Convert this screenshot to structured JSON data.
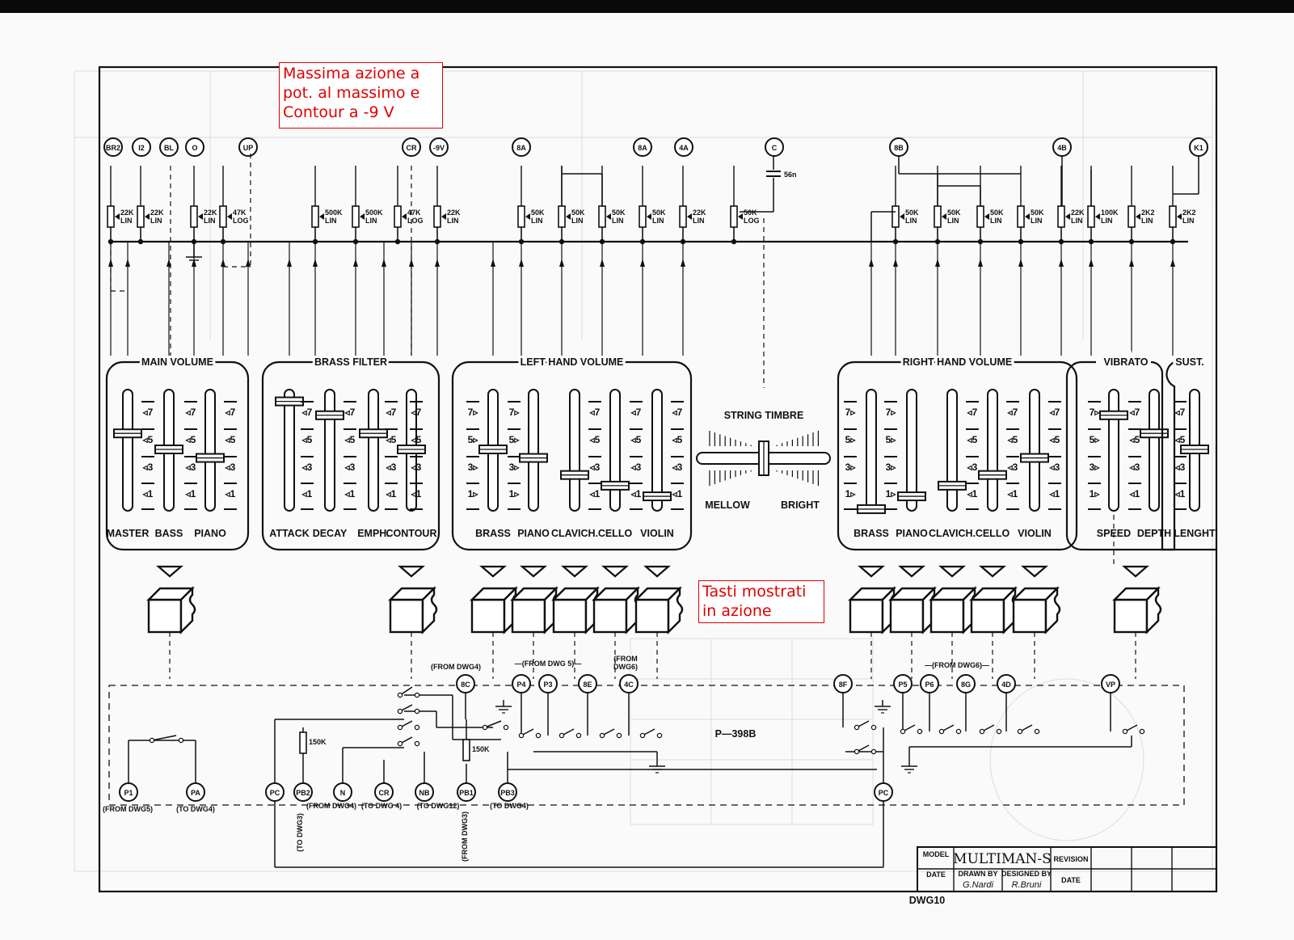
{
  "annotations": {
    "note1": "Massima azione a\npot. al massimo e\nContour a -9 V",
    "note2": "Tasti mostrati\nin azione"
  },
  "colors": {
    "annotation": "#e00000",
    "ink": "#111111",
    "paper": "#fafafa"
  },
  "connectors_top": [
    "BR2",
    "I2",
    "BL",
    "O",
    "UP",
    "CR",
    "-9V",
    "8A",
    "8A",
    "4A",
    "C",
    "8B",
    "4B",
    "K1"
  ],
  "capacitor_label": "56n",
  "pots": [
    {
      "value": "22K",
      "taper": "LIN"
    },
    {
      "value": "22K",
      "taper": "LIN"
    },
    {
      "value": "22K",
      "taper": "LIN"
    },
    {
      "value": "47K",
      "taper": "LOG"
    },
    {
      "value": "500K",
      "taper": "LIN"
    },
    {
      "value": "500K",
      "taper": "LIN"
    },
    {
      "value": "47K",
      "taper": "LOG"
    },
    {
      "value": "22K",
      "taper": "LIN"
    },
    {
      "value": "50K",
      "taper": "LIN"
    },
    {
      "value": "50K",
      "taper": "LIN"
    },
    {
      "value": "50K",
      "taper": "LIN"
    },
    {
      "value": "50K",
      "taper": "LIN"
    },
    {
      "value": "22K",
      "taper": "LIN"
    },
    {
      "value": "50K",
      "taper": "LOG"
    },
    {
      "value": "50K",
      "taper": "LIN"
    },
    {
      "value": "50K",
      "taper": "LIN"
    },
    {
      "value": "50K",
      "taper": "LIN"
    },
    {
      "value": "50K",
      "taper": "LIN"
    },
    {
      "value": "22K",
      "taper": "LIN"
    },
    {
      "value": "100K",
      "taper": "LIN"
    },
    {
      "value": "2K2",
      "taper": "LIN"
    },
    {
      "value": "2K2",
      "taper": "LIN"
    }
  ],
  "panels": [
    {
      "title": "MAIN VOLUME",
      "faders": [
        {
          "label": "MASTER",
          "level": 0.65
        },
        {
          "label": "BASS",
          "level": 0.5
        },
        {
          "label": "PIANO",
          "level": 0.42
        }
      ]
    },
    {
      "title": "BRASS FILTER",
      "faders": [
        {
          "label": "ATTACK",
          "level": 0.95
        },
        {
          "label": "DECAY",
          "level": 0.82
        },
        {
          "label": "EMPH.",
          "level": 0.65
        },
        {
          "label": "CONTOUR",
          "level": 0.5
        }
      ]
    },
    {
      "title": "LEFT HAND VOLUME",
      "faders": [
        {
          "label": "BRASS",
          "level": 0.5
        },
        {
          "label": "PIANO",
          "level": 0.42
        },
        {
          "label": "CLAVICH.",
          "level": 0.26
        },
        {
          "label": "CELLO",
          "level": 0.16
        },
        {
          "label": "VIOLIN",
          "level": 0.06
        }
      ]
    },
    {
      "title": "RIGHT HAND VOLUME",
      "faders": [
        {
          "label": "BRASS",
          "level": -0.06
        },
        {
          "label": "PIANO",
          "level": 0.06
        },
        {
          "label": "CLAVICH.",
          "level": 0.16
        },
        {
          "label": "CELLO",
          "level": 0.26
        },
        {
          "label": "VIOLIN",
          "level": 0.42
        }
      ]
    },
    {
      "title": "VIBRATO",
      "faders": [
        {
          "label": "SPEED",
          "level": 0.82
        },
        {
          "label": "DEPTH",
          "level": 0.65
        }
      ]
    },
    {
      "title": "SUST.",
      "faders": [
        {
          "label": "LENGHT",
          "level": 0.5
        }
      ]
    }
  ],
  "scale_marks": [
    "7",
    "5",
    "3",
    "1"
  ],
  "string_timbre": {
    "title": "STRING TIMBRE",
    "left": "MELLOW",
    "right": "BRIGHT"
  },
  "bottom_nodes_mid": [
    "8C",
    "P4",
    "P3",
    "8E",
    "4C"
  ],
  "bottom_nodes_right": [
    "8F",
    "P5",
    "P6",
    "8G",
    "4D",
    "VP"
  ],
  "bottom_nodes_low": [
    "P1",
    "PA",
    "PC",
    "PB2",
    "N",
    "CR",
    "NB",
    "PB1",
    "PB3",
    "PC"
  ],
  "dwg_labels": {
    "from_dwg4": "(FROM DWG4)",
    "from_dwg5": "(FROM DWG 5)",
    "from_dwg6a": "(FROM\nDWG6)",
    "from_dwg6b": "(FROM DWG6)",
    "p1": "(FROM DWG5)",
    "pa": "(TO DWG4)",
    "pb2": "(FROM DWG4)",
    "cr": "(TO DWG 4)",
    "nb": "(TO DWG12)",
    "pb3": "(TO DWG4)",
    "pb2_v": "(TO DWG3)",
    "pb1_v": "(FROM DWG3)"
  },
  "resistors": [
    "150K",
    "150K"
  ],
  "board_id": "P—398B",
  "title_block": {
    "model_label": "MODEL",
    "model_value": "MULTIMAN-S",
    "revision_label": "REVISION",
    "date_label": "DATE",
    "drawn_label": "DRAWN BY",
    "designed_label": "DESIGNED BY",
    "drawn_value": "G.Nardi",
    "designed_value": "R.Bruni",
    "date2_label": "DATE",
    "drawing_no": "DWG10"
  }
}
